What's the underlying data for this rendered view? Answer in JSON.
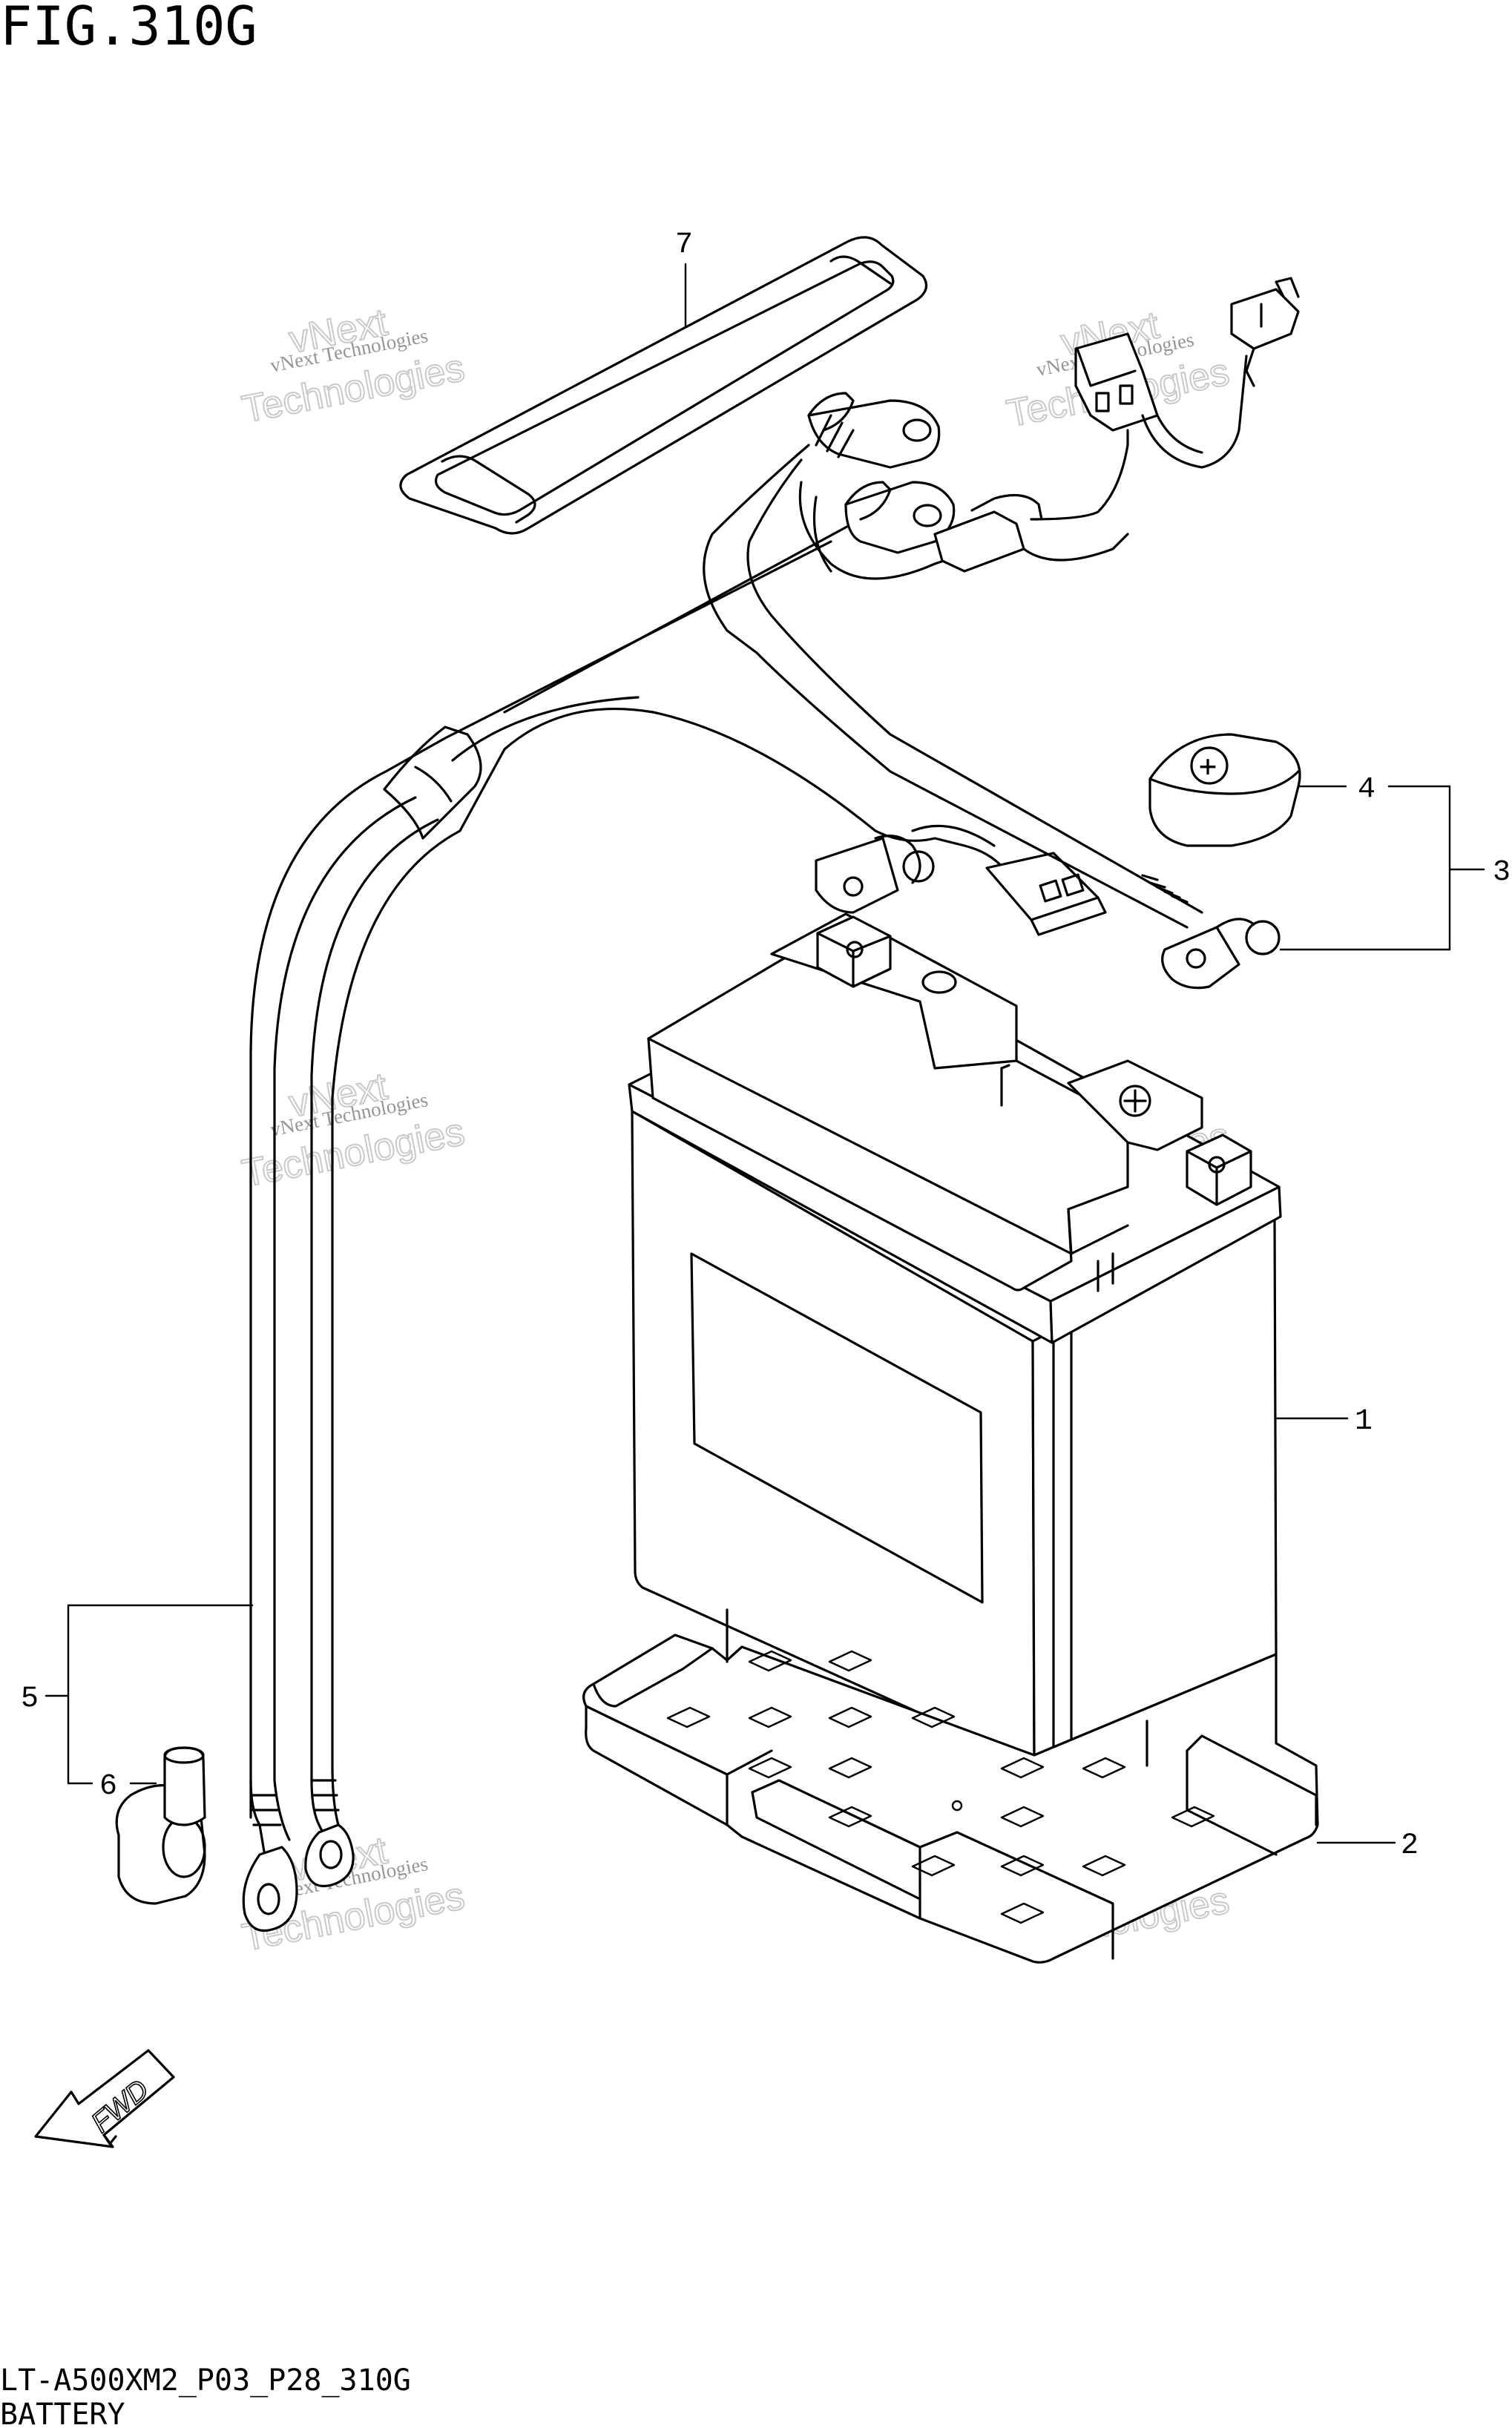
{
  "figure": {
    "title": "FIG.310G",
    "code": "LT-A500XM2_P03_P28_310G",
    "name": "BATTERY"
  },
  "callouts": [
    {
      "id": "1",
      "label": "1"
    },
    {
      "id": "2",
      "label": "2"
    },
    {
      "id": "3",
      "label": "3"
    },
    {
      "id": "4",
      "label": "4"
    },
    {
      "id": "5",
      "label": "5"
    },
    {
      "id": "6",
      "label": "6"
    },
    {
      "id": "7",
      "label": "7"
    }
  ],
  "direction_arrow": {
    "label": "FWD"
  },
  "terminal_cap_symbol": "+",
  "watermark": {
    "line1": "vNext Technologies",
    "line2": "vNext",
    "line3": "Technologies"
  }
}
